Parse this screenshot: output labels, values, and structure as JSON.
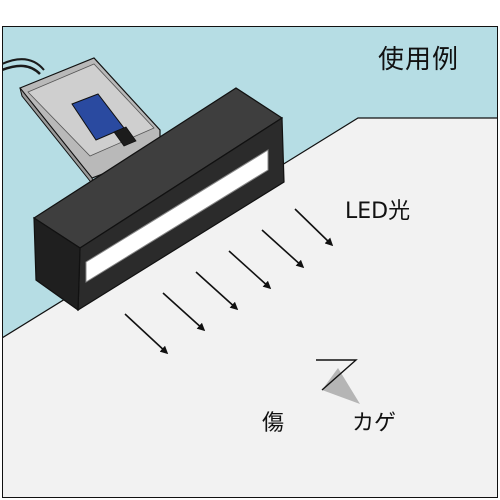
{
  "title": "使用例",
  "labels": {
    "led_light": "LED光",
    "scratch": "傷",
    "shadow": "カゲ"
  },
  "colors": {
    "background_wall": "#b6dde4",
    "floor": "#f2f2f2",
    "light_body": "#2b2b2b",
    "light_face": "#454545",
    "emitter": "#ffffff",
    "handle": "#b9b9b9",
    "shadow": "#b5b5b5",
    "outline": "#111111"
  },
  "icons": {
    "device": "led-inspection-light",
    "arrows": "light-ray-arrow",
    "defect": "scratch-with-shadow"
  }
}
